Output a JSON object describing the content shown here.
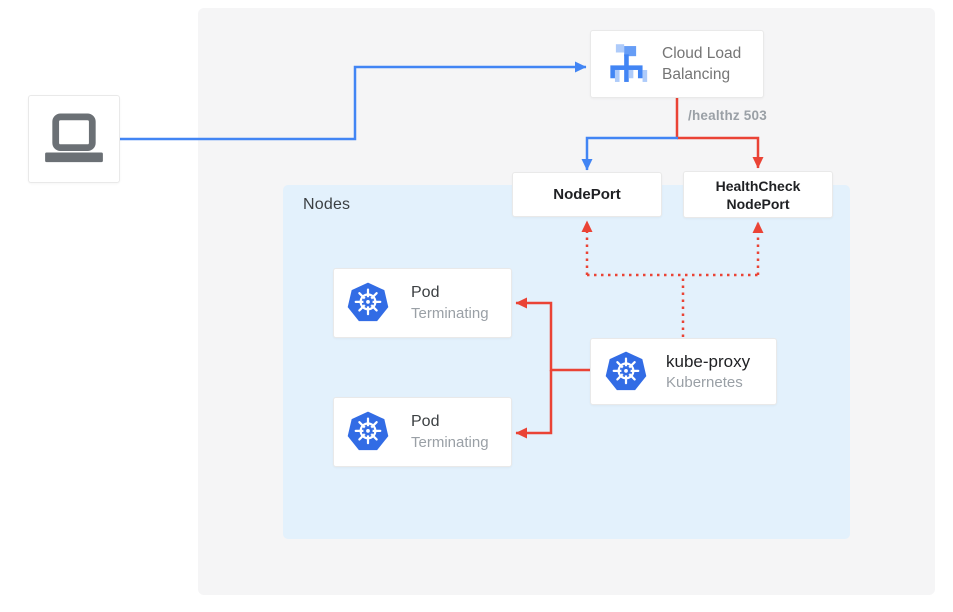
{
  "diagram": {
    "title_context": "Kubernetes external load balancer health-check diagram",
    "client": {
      "icon": "laptop-icon"
    },
    "load_balancer": {
      "icon": "cloud-load-balancing-icon",
      "line1": "Cloud Load",
      "line2": "Balancing"
    },
    "edge_labels": {
      "healthz": "/healthz 503"
    },
    "node_port": {
      "label": "NodePort"
    },
    "health_check_node_port": {
      "line1": "HealthCheck",
      "line2": "NodePort"
    },
    "nodes_group": {
      "label": "Nodes"
    },
    "pods": [
      {
        "icon": "kubernetes-icon",
        "title": "Pod",
        "status": "Terminating"
      },
      {
        "icon": "kubernetes-icon",
        "title": "Pod",
        "status": "Terminating"
      }
    ],
    "kube_proxy": {
      "icon": "kubernetes-icon",
      "title": "kube-proxy",
      "subtitle": "Kubernetes"
    },
    "colors": {
      "arrow_blue": "#4285f4",
      "arrow_red": "#ea4335",
      "panel_bg": "#f5f5f6",
      "nodes_bg": "#e3f1fc",
      "kubernetes_blue": "#326ce5",
      "lb_icon_blue": "#4285f4",
      "lb_icon_light_blue": "#aecbfa",
      "laptop_gray": "#6b7075",
      "subtitle_gray": "#9aa0a6",
      "dark_text": "#202124"
    }
  }
}
